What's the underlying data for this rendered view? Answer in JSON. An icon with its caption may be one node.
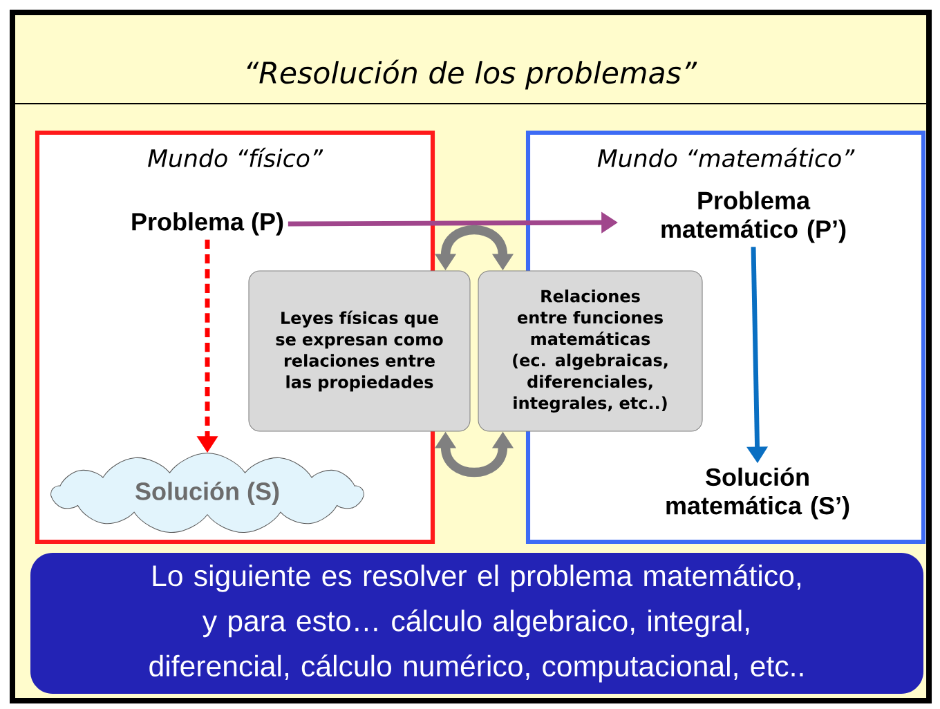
{
  "diagram": {
    "title": "“Resolución de los problemas”",
    "nodes": [
      {
        "text": [
          "Mundo “físico”"
        ]
      },
      {
        "text": [
          "Mundo “matemático”"
        ]
      },
      {
        "text": [
          "Problema (P)"
        ],
        "in": 0
      },
      {
        "text": [
          "Solución (S)"
        ],
        "in": 0
      },
      {
        "text": [
          "Problema matemático (P’)"
        ],
        "in": 1
      },
      {
        "text": [
          "Solución matemática (S’)"
        ],
        "in": 1
      },
      {
        "text": [
          "Leyes físicas que se expresan como relaciones entre las propiedades"
        ]
      },
      {
        "text": [
          "Relaciones entre funciones matemáticas (ec. algebraicas, diferenciales, integrales, etc..)"
        ]
      },
      {
        "text": [
          "Lo siguiente es resolver el problema matemático, y para esto… cálculo algebraico, integral, diferencial, cálculo numérico, computacional, etc.."
        ]
      }
    ],
    "edges": [
      {
        "from": 2,
        "to": 4,
        "arrow": "to",
        "color": "#a0468c"
      },
      {
        "from": 2,
        "to": 3,
        "arrow": "to",
        "style": "dashed",
        "color": "#ff0000"
      },
      {
        "from": 4,
        "to": 5,
        "arrow": "to",
        "color": "#0a6fc2"
      },
      {
        "from": 6,
        "to": 7,
        "arrow": "both",
        "style": "thick"
      },
      {
        "from": 6,
        "to": 7,
        "arrow": "both",
        "style": "thick"
      }
    ]
  }
}
